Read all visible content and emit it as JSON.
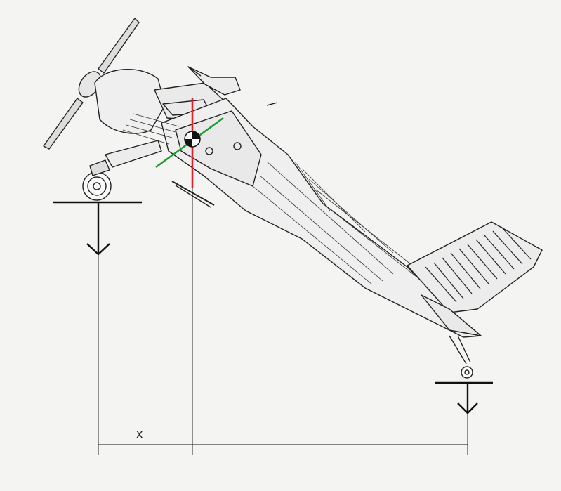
{
  "diagram": {
    "distance_label": "x",
    "colors": {
      "line": "#111111",
      "cg_vertical": "#e0202a",
      "cg_axis": "#1a9a2a",
      "background": "#f4f4f2"
    },
    "icons": [
      "aircraft-side-view-drawing",
      "center-of-gravity-symbol",
      "front-load-arrow",
      "tail-load-arrow"
    ]
  }
}
